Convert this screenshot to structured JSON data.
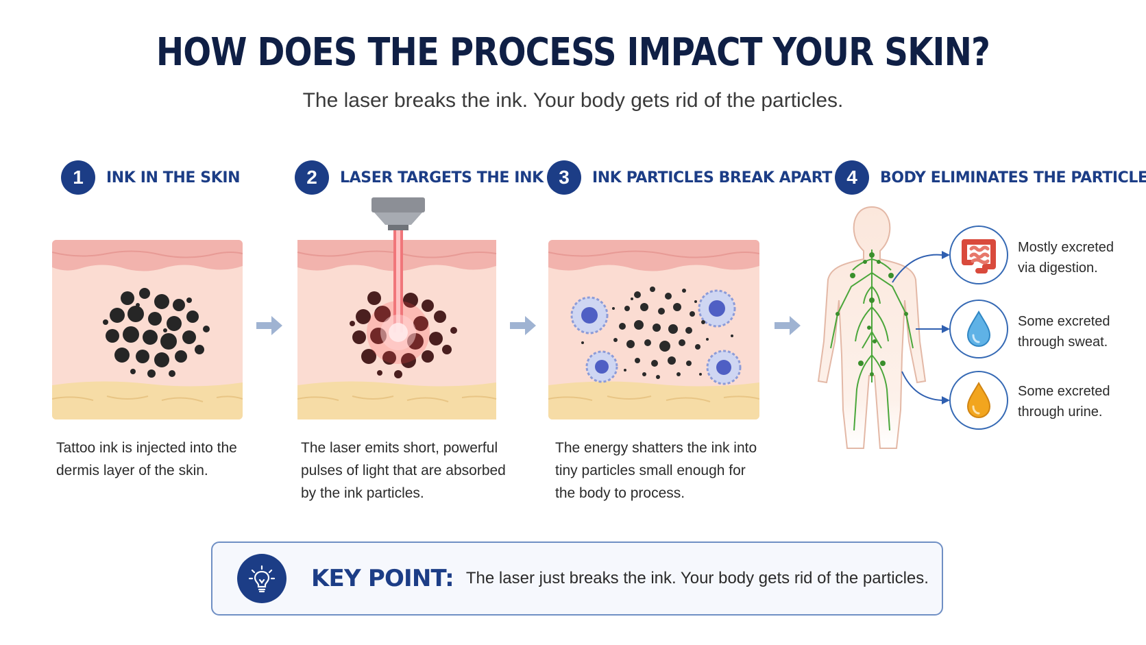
{
  "title": "HOW DOES THE PROCESS IMPACT YOUR SKIN?",
  "subtitle": "The laser breaks the ink. Your body gets rid of the particles.",
  "steps": [
    {
      "number": "1",
      "title": "INK IN THE SKIN",
      "desc_lines": [
        "Tattoo ink is injected into the",
        "dermis layer of the skin."
      ]
    },
    {
      "number": "2",
      "title": "LASER TARGETS THE INK",
      "desc_lines": [
        "The laser emits short, powerful",
        "pulses of light that are absorbed",
        "by the ink particles."
      ]
    },
    {
      "number": "3",
      "title": "INK PARTICLES BREAK APART",
      "desc_lines": [
        "The energy shatters the ink into",
        "tiny particles small enough for",
        "the body to process."
      ]
    },
    {
      "number": "4",
      "title": "BODY ELIMINATES THE PARTICLES"
    }
  ],
  "elimination_routes": [
    {
      "icon": "intestine-icon",
      "lines": [
        "Mostly excreted",
        "via digestion."
      ]
    },
    {
      "icon": "sweat-drop-icon",
      "lines": [
        "Some excreted",
        "through sweat."
      ]
    },
    {
      "icon": "urine-drop-icon",
      "lines": [
        "Some excreted",
        "through urine."
      ]
    }
  ],
  "key_point": {
    "label": "KEY POINT:",
    "text": "The laser just breaks the ink. Your body gets rid of the particles."
  },
  "colors": {
    "navy": "#0f1f45",
    "accent_blue": "#1c3d86",
    "skin": "#fbdcd2",
    "epidermis": "#f2b3ad",
    "fat": "#f6dca6",
    "ink": "#262626",
    "laser": "#f0767a",
    "lymph": "#4aa63a"
  }
}
